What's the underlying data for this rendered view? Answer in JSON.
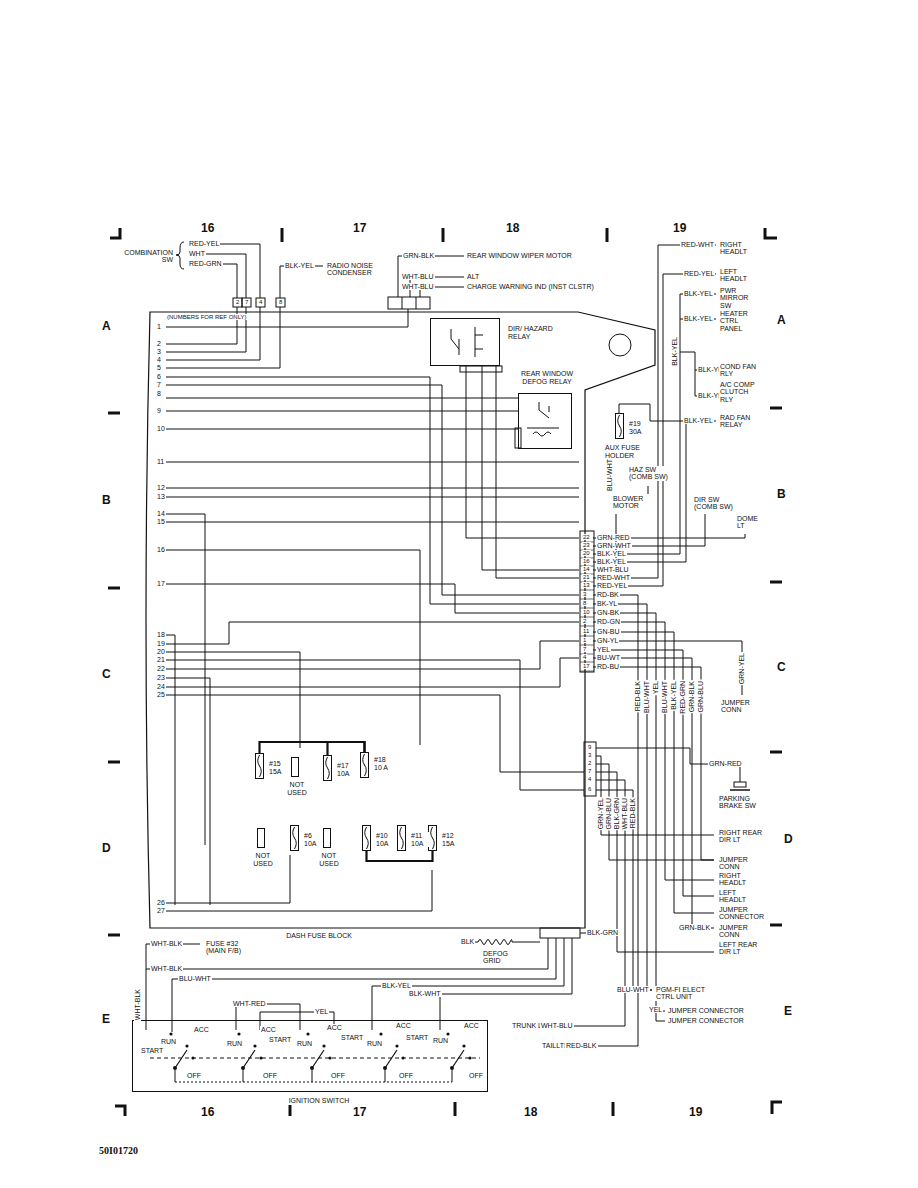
{
  "diagram": {
    "nodes": [
      {
        "text": [
          "DASH FUSE BLOCK"
        ]
      },
      {
        "text": [
          "DIR/ HAZARD RELAY"
        ],
        "in": 0
      },
      {
        "text": [
          "REAR WINDOW DEFOG RELAY"
        ],
        "in": 0
      },
      {
        "text": [
          "#15 15A"
        ],
        "in": 0
      },
      {
        "text": [
          "NOT USED"
        ],
        "in": 0
      },
      {
        "text": [
          "#17 10A"
        ],
        "in": 0
      },
      {
        "text": [
          "#18 10 A"
        ],
        "in": 0
      },
      {
        "text": [
          "NOT USED"
        ],
        "in": 0
      },
      {
        "text": [
          "#6 10A"
        ],
        "in": 0
      },
      {
        "text": [
          "NOT USED"
        ],
        "in": 0
      },
      {
        "text": [
          "#10 10A"
        ],
        "in": 0
      },
      {
        "text": [
          "#11 10A"
        ],
        "in": 0
      },
      {
        "text": [
          "#12 15A"
        ],
        "in": 0
      },
      {
        "text": [
          "#19 30A",
          "AUX FUSE HOLDER"
        ]
      },
      {
        "text": [
          "IGNITION SWITCH"
        ]
      }
    ],
    "edges": [
      {
        "from": 3,
        "to": 6,
        "arrow": "none"
      },
      {
        "from": 5,
        "to": 6,
        "arrow": "none"
      },
      {
        "from": 10,
        "to": 12,
        "arrow": "none"
      }
    ],
    "labels": [
      "16",
      "17",
      "18",
      "19",
      "16",
      "17",
      "18",
      "19",
      "A",
      "B",
      "C",
      "D",
      "E",
      "A",
      "B",
      "C",
      "D",
      "E",
      "50I01720",
      "COMBINATION SW",
      "RED-YEL",
      "WHT",
      "RED-GRN",
      "BLK-YEL",
      "RADIO NOISE CONDENSER",
      "2",
      "7",
      "4",
      "8",
      "GRN-BLK",
      "REAR WINDOW WIPER MOTOR",
      "WHT-BLU",
      "ALT",
      "WHT-BLU",
      "CHARGE WARNING IND (INST CLSTR)",
      "(NUMBERS FOR REF ONLY)",
      "1",
      "2",
      "3",
      "4",
      "5",
      "6",
      "7",
      "8",
      "9",
      "10",
      "11",
      "12",
      "13",
      "14",
      "15",
      "16",
      "17",
      "18",
      "19",
      "20",
      "21",
      "22",
      "23",
      "24",
      "25",
      "26",
      "27",
      "BLU-WHT",
      "HAZ SW (COMB SW)",
      "BLOWER MOTOR",
      "DIR SW (COMB SW)",
      "DOME LT",
      "RED-WHT",
      "RIGHT HEADLT",
      "RED-YEL",
      "LEFT HEADLT",
      "BLK-YEL",
      "PWR MIRROR SW",
      "BLK-YEL",
      "HEATER CTRL PANEL",
      "BLK-YEL",
      "BLK-YEL",
      "COND FAN RLY",
      "BLK-YEL",
      "A/C COMP CLUTCH RLY",
      "BLK-YEL",
      "RAD FAN RELAY",
      "22",
      "GRN-RED",
      "23",
      "GRN-WHT",
      "20",
      "BLK-YEL",
      "16",
      "BLK-YEL",
      "14",
      "WHT-BLU",
      "21",
      "RED-WHT",
      "13",
      "RED-YEL",
      "3",
      "RD-BK",
      "8",
      "BK-YL",
      "10",
      "GN-BK",
      "2",
      "RD-GN",
      "11",
      "GN-BU",
      "1",
      "GN-YL",
      "7",
      "YEL",
      "4",
      "BU-WT",
      "17",
      "RD-BU",
      "RED-BLK",
      "BLU-WHT",
      "YEL",
      "BLU-WHT",
      "BLK-YEL",
      "RED-GRN",
      "GRN-BLK",
      "GRN-BLU",
      "GRN-YEL",
      "JUMPER CONN",
      "9",
      "3",
      "2",
      "7",
      "4",
      "6",
      "GRN-YEL",
      "GRN-BLU",
      "BLK-GRN",
      "WHT-BLU",
      "RED-BLK",
      "GRN-RED",
      "PARKING BRAKE SW",
      "RIGHT REAR DIR LT",
      "JUMPER CONN",
      "RIGHT HEADLT",
      "LEFT HEADLT",
      "JUMPER CONNECTOR",
      "GRN-BLK",
      "JUMPER CONN",
      "BLK-GRN",
      "LEFT REAR DIR LT",
      "WHT-BLK",
      "FUSE #32 (MAIN F/B)",
      "BLK",
      "DEFOG GRID",
      "WHT-BLK",
      "BLU-WHT",
      "BLK-YEL",
      "BLK-WHT",
      "WHT-RED",
      "YEL",
      "WHT-BLK",
      "BLU-WHT",
      "PGM-FI ELECT CTRL UNIT",
      "YEL",
      "JUMPER CONNECTOR",
      "JUMPER CONNECTOR",
      "TRUNK LT",
      "WHT-BLU",
      "TAILLTS",
      "RED-BLK",
      "ACC",
      "RUN",
      "START",
      "OFF",
      "ACC",
      "RUN",
      "START",
      "OFF",
      "ACC",
      "RUN",
      "START",
      "OFF",
      "ACC",
      "START",
      "RUN",
      "OFF",
      "ACC",
      "RUN",
      "OFF"
    ]
  }
}
